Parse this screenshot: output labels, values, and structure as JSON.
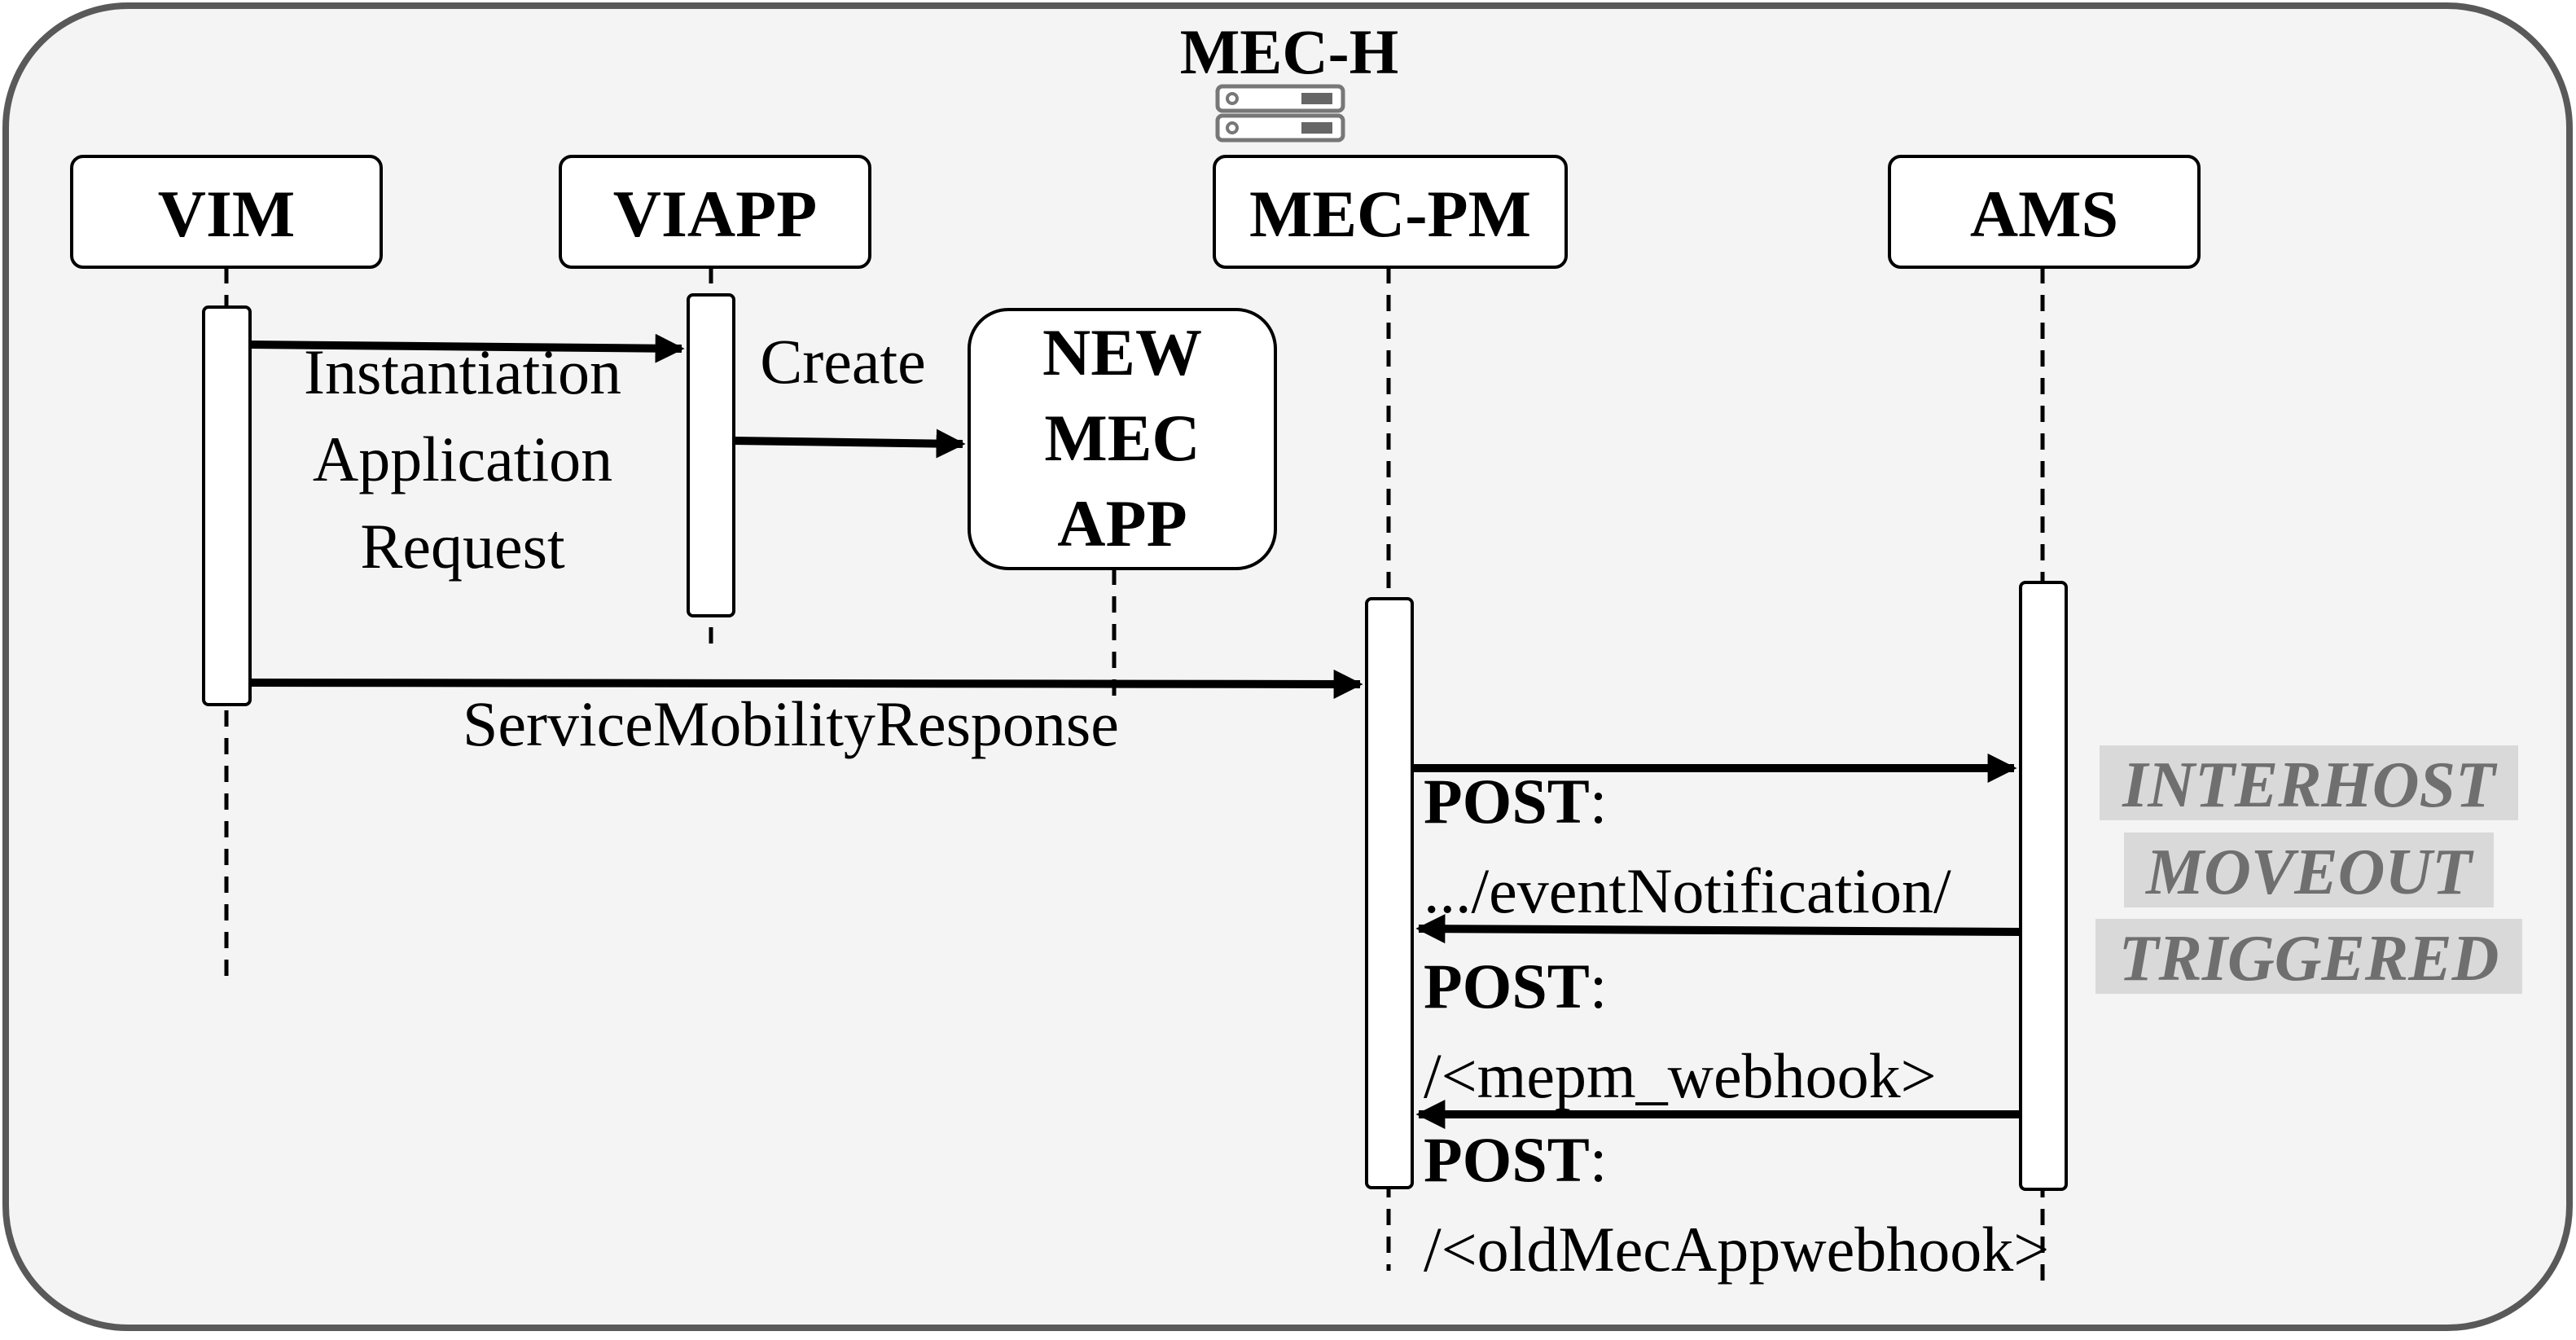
{
  "container": {
    "title": "MEC-H"
  },
  "participants": {
    "vim": "VIM",
    "viapp": "VIAPP",
    "mecpm": "MEC-PM",
    "ams": "AMS"
  },
  "new_app": {
    "line1": "NEW",
    "line2": "MEC",
    "line3": "APP"
  },
  "messages": {
    "instantiation": {
      "line1": "Instantiation",
      "line2": "Application",
      "line3": "Request"
    },
    "create": "Create",
    "service_mobility": "ServiceMobilityResponse",
    "event_notification": {
      "method": "POST",
      "sep": ":",
      "path": ".../eventNotification/"
    },
    "mepm_webhook": {
      "method": "POST",
      "sep": ":",
      "path": "/<mepm_webhook>"
    },
    "old_webhook": {
      "method": "POST",
      "sep": ":",
      "path": "/<oldMecAppwebhook>"
    }
  },
  "note": {
    "line1": "INTERHOST",
    "line2": "MOVEOUT",
    "line3": "TRIGGERED"
  },
  "colors": {
    "container_fill": "#f4f4f4",
    "container_stroke": "#595959",
    "note_highlight": "#d9d9d9",
    "note_text": "#6f6f6f"
  },
  "icons": {
    "server": "server-icon"
  }
}
